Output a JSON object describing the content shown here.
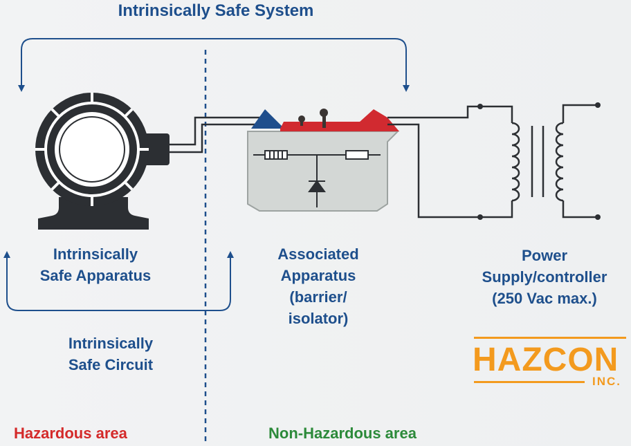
{
  "title": "Intrinsically Safe System",
  "labels": {
    "is_apparatus": "Intrinsically\nSafe Apparatus",
    "associated_apparatus": "Associated\nApparatus\n(barrier/\nisolator)",
    "power_supply": "Power\nSupply/controller\n(250 Vac max.)",
    "is_circuit": "Intrinsically\nSafe Circuit",
    "hazardous_area": "Hazardous area",
    "non_hazardous_area": "Non-Hazardous area"
  },
  "logo": {
    "name": "HAZCON",
    "suffix": "INC."
  },
  "colors": {
    "text_blue": "#1e4f8c",
    "hazardous_red": "#d42a2a",
    "non_hazardous_green": "#2c8a3a",
    "logo_orange": "#f39a1e",
    "device_dark": "#2c2f33",
    "barrier_red": "#d12a30",
    "barrier_blue": "#1f4e8c",
    "barrier_body": "#d3d7d5"
  }
}
